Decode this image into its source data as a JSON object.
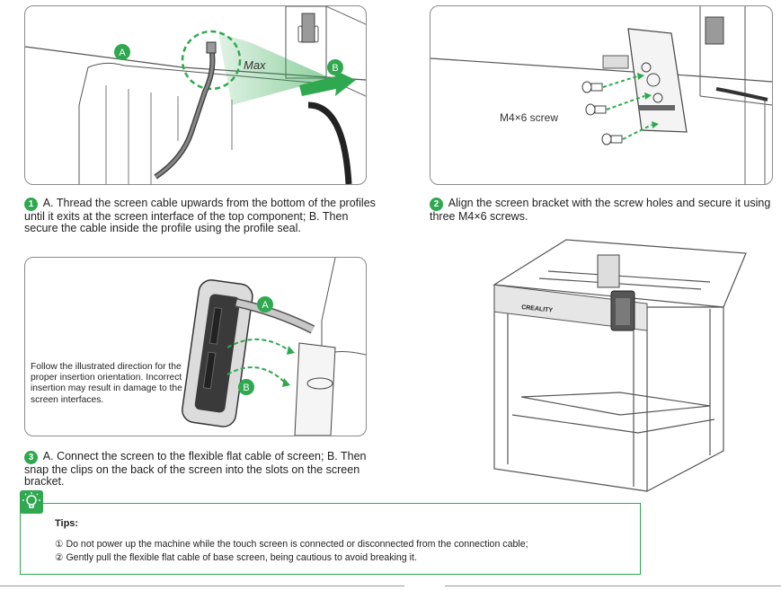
{
  "step1": {
    "number": "1",
    "text": "A. Thread the screen cable upwards from the bottom of the profiles until it exits at the screen interface of the top component; B. Then secure the cable inside the profile using the profile seal.",
    "label_a": "A",
    "label_b": "B",
    "max_label": "Max"
  },
  "step2": {
    "number": "2",
    "text": "Align the screen bracket with the screw holes and secure it using three M4×6 screws.",
    "screw_label": "M4×6 screw"
  },
  "step3": {
    "number": "3",
    "text": "A. Connect the screen to the flexible flat cable of screen; B. Then snap the clips on the back of the screen into the slots on the screen bracket.",
    "label_a": "A",
    "label_b": "B",
    "note": "Follow the illustrated direction for the proper insertion orientation. Incorrect insertion may result in damage to the screen interfaces."
  },
  "printer": {
    "brand": "CREALITY"
  },
  "tips": {
    "title": "Tips:",
    "items": [
      "① Do not power up the machine while the touch screen is connected or disconnected from the connection cable;",
      "② Gently pull the flexible flat cable of base screen, being cautious to avoid breaking it."
    ]
  },
  "colors": {
    "accent": "#2fa84f",
    "border": "#8a8a8a"
  }
}
